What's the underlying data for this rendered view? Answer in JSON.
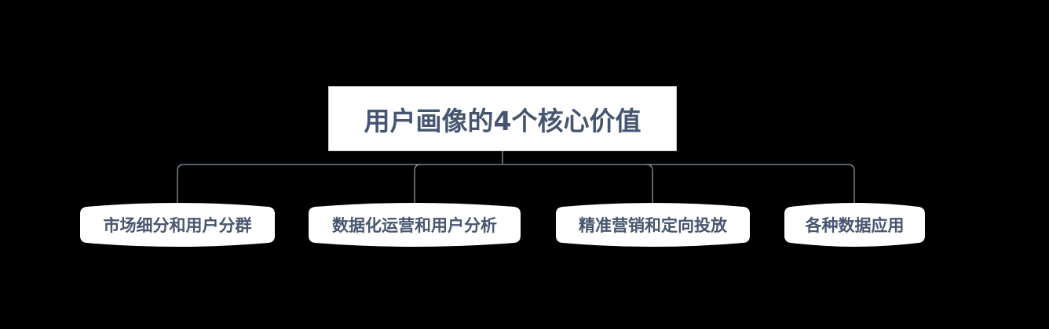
{
  "diagram": {
    "type": "mindmap-tree",
    "background_color": "#000000",
    "text_color": "#475670",
    "connector_color": "#8a97aa",
    "root": {
      "label": "用户画像的4个核心价值"
    },
    "children": [
      {
        "label": "市场细分和用户分群"
      },
      {
        "label": "数据化运营和用户分析"
      },
      {
        "label": "精准营销和定向投放"
      },
      {
        "label": "各种数据应用"
      }
    ]
  }
}
